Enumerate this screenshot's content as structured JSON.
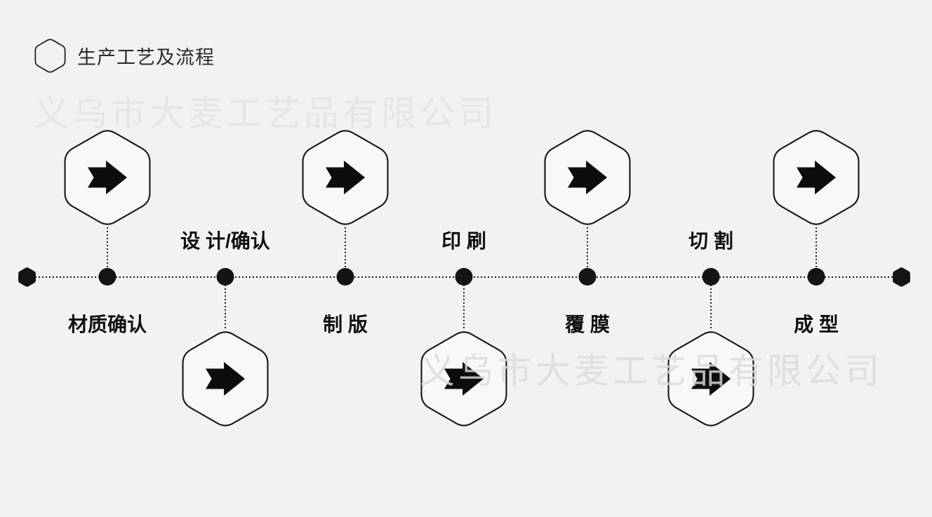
{
  "header": {
    "title": "生产工艺及流程",
    "icon": "hexagon-outline-icon"
  },
  "watermarks": {
    "top": "义乌市大麦工艺品有限公司",
    "bottom": "义乌市大麦工艺品有限公司"
  },
  "diagram": {
    "type": "process-timeline",
    "node_icon": "arrow-right-icon",
    "steps": [
      {
        "label": "材质确认",
        "hexagon": "above",
        "label_side": "below"
      },
      {
        "label": "设 计/确认",
        "hexagon": "below",
        "label_side": "above"
      },
      {
        "label": "制 版",
        "hexagon": "above",
        "label_side": "below"
      },
      {
        "label": "印 刷",
        "hexagon": "below",
        "label_side": "above"
      },
      {
        "label": "覆 膜",
        "hexagon": "above",
        "label_side": "below"
      },
      {
        "label": "切 割",
        "hexagon": "below",
        "label_side": "above"
      },
      {
        "label": "成 型",
        "hexagon": "above",
        "label_side": "below"
      }
    ],
    "colors": {
      "background": "#f2f2f2",
      "ink": "#141414",
      "hexagon_fill": "#f8f8f8",
      "watermark": "#e0e0e0"
    }
  }
}
